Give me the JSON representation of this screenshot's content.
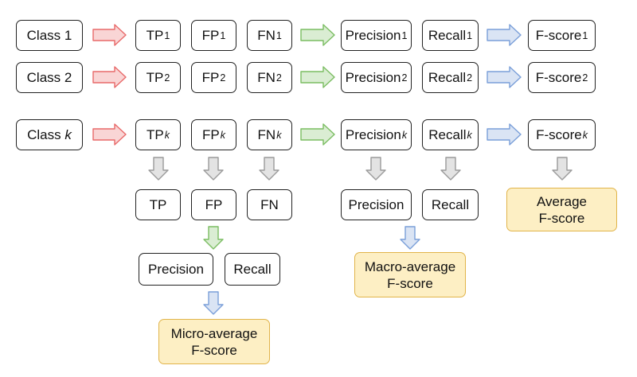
{
  "colors": {
    "to_counts": "#e86a6a",
    "to_metrics": "#7bbd62",
    "to_fscore": "#7a9fd9",
    "aggregate": "#9a9a9a",
    "result_fill": "#fdefc4",
    "result_border": "#e1b44a"
  },
  "rows": [
    {
      "class_label": "Class 1",
      "tp": "TP",
      "fp": "FP",
      "fn": "FN",
      "precision": "Precision",
      "recall": "Recall",
      "fscore": "F-score",
      "sub": "1"
    },
    {
      "class_label": "Class 2",
      "tp": "TP",
      "fp": "FP",
      "fn": "FN",
      "precision": "Precision",
      "recall": "Recall",
      "fscore": "F-score",
      "sub": "2"
    },
    {
      "class_label_prefix": "Class ",
      "class_label_var": "k",
      "tp": "TP",
      "fp": "FP",
      "fn": "FN",
      "precision": "Precision",
      "recall": "Recall",
      "fscore": "F-score",
      "sub": "k"
    }
  ],
  "aggregated": {
    "tp": "TP",
    "fp": "FP",
    "fn": "FN",
    "precision": "Precision",
    "recall": "Recall"
  },
  "micro": {
    "precision": "Precision",
    "recall": "Recall",
    "result_line1": "Micro-average",
    "result_line2": "F-score"
  },
  "macro": {
    "result_line1": "Macro-average",
    "result_line2": "F-score"
  },
  "average": {
    "result_line1": "Average",
    "result_line2": "F-score"
  }
}
